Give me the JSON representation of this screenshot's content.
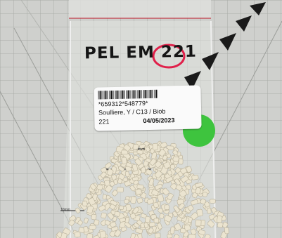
{
  "bag": {
    "handwritten_code_prefix": "PEL EM",
    "handwritten_code_number": "221"
  },
  "label": {
    "barcode_text": "*659312*548779*",
    "owner_line": "Soulliere, Y / C13 / Biob",
    "number": "221",
    "date": "04/05/2023"
  },
  "ruler": {
    "mark_text": "10mm"
  },
  "colors": {
    "background": "#cfd0cd",
    "grid_line": "#a9aba7",
    "circle_ink": "#e0204a",
    "green_sticker": "#3ec43e",
    "pellet": "#ebe4d0"
  }
}
